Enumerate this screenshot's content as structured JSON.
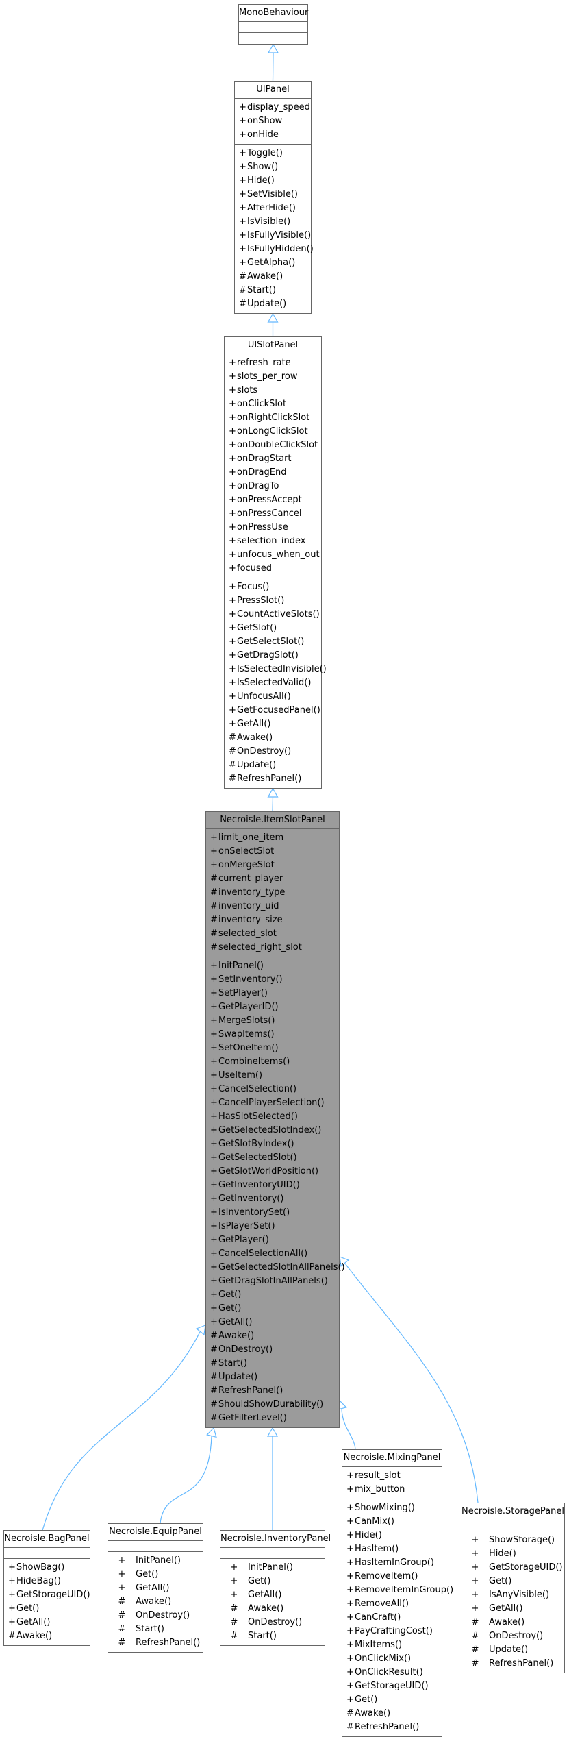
{
  "classes": [
    {
      "id": "monobehaviour",
      "name": "MonoBehaviour",
      "attributes": [],
      "methods": []
    },
    {
      "id": "uipanel",
      "name": "UIPanel",
      "attributes": [
        [
          "+",
          "display_speed"
        ],
        [
          "+",
          "onShow"
        ],
        [
          "+",
          "onHide"
        ]
      ],
      "methods": [
        [
          "+",
          "Toggle()"
        ],
        [
          "+",
          "Show()"
        ],
        [
          "+",
          "Hide()"
        ],
        [
          "+",
          "SetVisible()"
        ],
        [
          "+",
          "AfterHide()"
        ],
        [
          "+",
          "IsVisible()"
        ],
        [
          "+",
          "IsFullyVisible()"
        ],
        [
          "+",
          "IsFullyHidden()"
        ],
        [
          "+",
          "GetAlpha()"
        ],
        [
          "#",
          "Awake()"
        ],
        [
          "#",
          "Start()"
        ],
        [
          "#",
          "Update()"
        ]
      ]
    },
    {
      "id": "uislotpanel",
      "name": "UISlotPanel",
      "attributes": [
        [
          "+",
          "refresh_rate"
        ],
        [
          "+",
          "slots_per_row"
        ],
        [
          "+",
          "slots"
        ],
        [
          "+",
          "onClickSlot"
        ],
        [
          "+",
          "onRightClickSlot"
        ],
        [
          "+",
          "onLongClickSlot"
        ],
        [
          "+",
          "onDoubleClickSlot"
        ],
        [
          "+",
          "onDragStart"
        ],
        [
          "+",
          "onDragEnd"
        ],
        [
          "+",
          "onDragTo"
        ],
        [
          "+",
          "onPressAccept"
        ],
        [
          "+",
          "onPressCancel"
        ],
        [
          "+",
          "onPressUse"
        ],
        [
          "+",
          "selection_index"
        ],
        [
          "+",
          "unfocus_when_out"
        ],
        [
          "+",
          "focused"
        ]
      ],
      "methods": [
        [
          "+",
          "Focus()"
        ],
        [
          "+",
          "PressSlot()"
        ],
        [
          "+",
          "CountActiveSlots()"
        ],
        [
          "+",
          "GetSlot()"
        ],
        [
          "+",
          "GetSelectSlot()"
        ],
        [
          "+",
          "GetDragSlot()"
        ],
        [
          "+",
          "IsSelectedInvisible()"
        ],
        [
          "+",
          "IsSelectedValid()"
        ],
        [
          "+",
          "UnfocusAll()"
        ],
        [
          "+",
          "GetFocusedPanel()"
        ],
        [
          "+",
          "GetAll()"
        ],
        [
          "#",
          "Awake()"
        ],
        [
          "#",
          "OnDestroy()"
        ],
        [
          "#",
          "Update()"
        ],
        [
          "#",
          "RefreshPanel()"
        ]
      ]
    },
    {
      "id": "itemslotpanel",
      "name": "Necroisle.ItemSlotPanel",
      "attributes": [
        [
          "+",
          "limit_one_item"
        ],
        [
          "+",
          "onSelectSlot"
        ],
        [
          "+",
          "onMergeSlot"
        ],
        [
          "#",
          "current_player"
        ],
        [
          "#",
          "inventory_type"
        ],
        [
          "#",
          "inventory_uid"
        ],
        [
          "#",
          "inventory_size"
        ],
        [
          "#",
          "selected_slot"
        ],
        [
          "#",
          "selected_right_slot"
        ]
      ],
      "methods": [
        [
          "+",
          "InitPanel()"
        ],
        [
          "+",
          "SetInventory()"
        ],
        [
          "+",
          "SetPlayer()"
        ],
        [
          "+",
          "GetPlayerID()"
        ],
        [
          "+",
          "MergeSlots()"
        ],
        [
          "+",
          "SwapItems()"
        ],
        [
          "+",
          "SetOneItem()"
        ],
        [
          "+",
          "CombineItems()"
        ],
        [
          "+",
          "UseItem()"
        ],
        [
          "+",
          "CancelSelection()"
        ],
        [
          "+",
          "CancelPlayerSelection()"
        ],
        [
          "+",
          "HasSlotSelected()"
        ],
        [
          "+",
          "GetSelectedSlotIndex()"
        ],
        [
          "+",
          "GetSlotByIndex()"
        ],
        [
          "+",
          "GetSelectedSlot()"
        ],
        [
          "+",
          "GetSlotWorldPosition()"
        ],
        [
          "+",
          "GetInventoryUID()"
        ],
        [
          "+",
          "GetInventory()"
        ],
        [
          "+",
          "IsInventorySet()"
        ],
        [
          "+",
          "IsPlayerSet()"
        ],
        [
          "+",
          "GetPlayer()"
        ],
        [
          "+",
          "CancelSelectionAll()"
        ],
        [
          "+",
          "GetSelectedSlotInAllPanels()"
        ],
        [
          "+",
          "GetDragSlotInAllPanels()"
        ],
        [
          "+",
          "Get()"
        ],
        [
          "+",
          "Get()"
        ],
        [
          "+",
          "GetAll()"
        ],
        [
          "#",
          "Awake()"
        ],
        [
          "#",
          "OnDestroy()"
        ],
        [
          "#",
          "Start()"
        ],
        [
          "#",
          "Update()"
        ],
        [
          "#",
          "RefreshPanel()"
        ],
        [
          "#",
          "ShouldShowDurability()"
        ],
        [
          "#",
          "GetFilterLevel()"
        ]
      ]
    },
    {
      "id": "bagpanel",
      "name": "Necroisle.BagPanel",
      "attributes": [],
      "methods": [
        [
          "+",
          "ShowBag()"
        ],
        [
          "+",
          "HideBag()"
        ],
        [
          "+",
          "GetStorageUID()"
        ],
        [
          "+",
          "Get()"
        ],
        [
          "+",
          "GetAll()"
        ],
        [
          "#",
          "Awake()"
        ]
      ]
    },
    {
      "id": "equippanel",
      "name": "Necroisle.EquipPanel",
      "attributes": [],
      "methods": [
        [
          "+",
          "InitPanel()"
        ],
        [
          "+",
          "Get()"
        ],
        [
          "+",
          "GetAll()"
        ],
        [
          "#",
          "Awake()"
        ],
        [
          "#",
          "OnDestroy()"
        ],
        [
          "#",
          "Start()"
        ],
        [
          "#",
          "RefreshPanel()"
        ]
      ]
    },
    {
      "id": "inventorypanel",
      "name": "Necroisle.InventoryPanel",
      "attributes": [],
      "methods": [
        [
          "+",
          "InitPanel()"
        ],
        [
          "+",
          "Get()"
        ],
        [
          "+",
          "GetAll()"
        ],
        [
          "#",
          "Awake()"
        ],
        [
          "#",
          "OnDestroy()"
        ],
        [
          "#",
          "Start()"
        ]
      ]
    },
    {
      "id": "mixingpanel",
      "name": "Necroisle.MixingPanel",
      "attributes": [
        [
          "+",
          "result_slot"
        ],
        [
          "+",
          "mix_button"
        ]
      ],
      "methods": [
        [
          "+",
          "ShowMixing()"
        ],
        [
          "+",
          "CanMix()"
        ],
        [
          "+",
          "Hide()"
        ],
        [
          "+",
          "HasItem()"
        ],
        [
          "+",
          "HasItemInGroup()"
        ],
        [
          "+",
          "RemoveItem()"
        ],
        [
          "+",
          "RemoveItemInGroup()"
        ],
        [
          "+",
          "RemoveAll()"
        ],
        [
          "+",
          "CanCraft()"
        ],
        [
          "+",
          "PayCraftingCost()"
        ],
        [
          "+",
          "MixItems()"
        ],
        [
          "+",
          "OnClickMix()"
        ],
        [
          "+",
          "OnClickResult()"
        ],
        [
          "+",
          "GetStorageUID()"
        ],
        [
          "+",
          "Get()"
        ],
        [
          "#",
          "Awake()"
        ],
        [
          "#",
          "RefreshPanel()"
        ]
      ]
    },
    {
      "id": "storagepanel",
      "name": "Necroisle.StoragePanel",
      "attributes": [],
      "methods": [
        [
          "+",
          "ShowStorage()"
        ],
        [
          "+",
          "Hide()"
        ],
        [
          "+",
          "GetStorageUID()"
        ],
        [
          "+",
          "Get()"
        ],
        [
          "+",
          "IsAnyVisible()"
        ],
        [
          "+",
          "GetAll()"
        ],
        [
          "#",
          "Awake()"
        ],
        [
          "#",
          "OnDestroy()"
        ],
        [
          "#",
          "Update()"
        ],
        [
          "#",
          "RefreshPanel()"
        ]
      ]
    }
  ],
  "colors": {
    "edge": "#63b8ff",
    "highlight": "#9b9b9b",
    "border": "#666666"
  }
}
